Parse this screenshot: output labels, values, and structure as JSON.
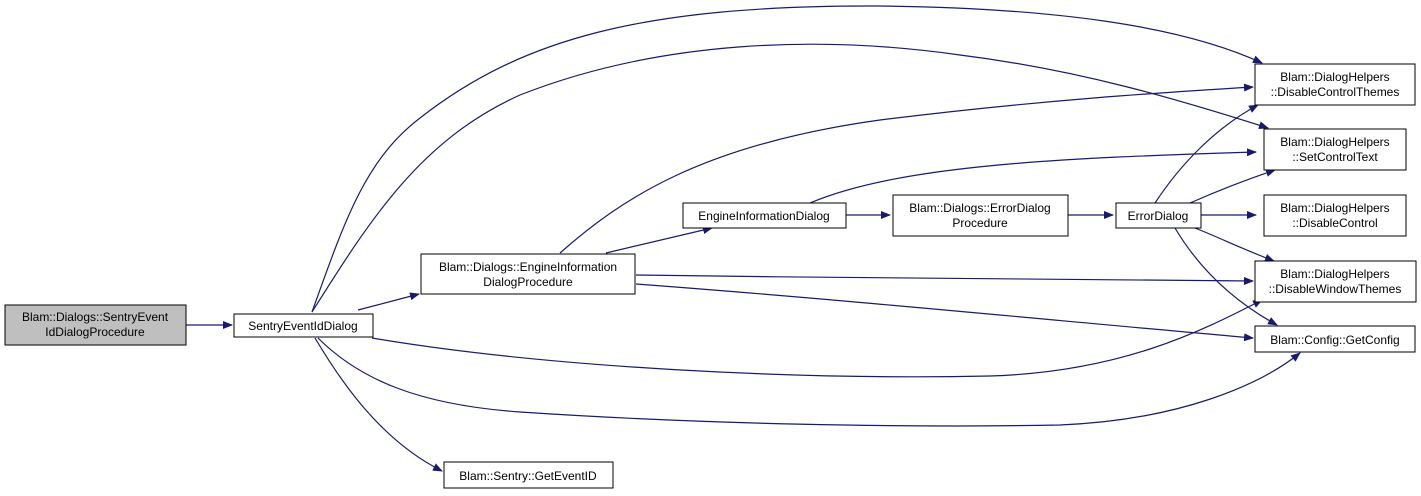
{
  "colors": {
    "edge": "#191970",
    "node_border": "#000000",
    "root_fill": "#bfbfbf",
    "node_fill": "#ffffff"
  },
  "nodes": {
    "sentry_event_proc": {
      "lines": [
        "Blam::Dialogs::SentryEvent",
        "IdDialogProcedure"
      ],
      "is_root": true
    },
    "sentry_event_dialog": {
      "lines": [
        "SentryEventIdDialog"
      ]
    },
    "engine_info_proc": {
      "lines": [
        "Blam::Dialogs::EngineInformation",
        "DialogProcedure"
      ]
    },
    "get_event_id": {
      "lines": [
        "Blam::Sentry::GetEventID"
      ]
    },
    "engine_info_dialog": {
      "lines": [
        "EngineInformationDialog"
      ]
    },
    "error_dialog_proc": {
      "lines": [
        "Blam::Dialogs::ErrorDialog",
        "Procedure"
      ]
    },
    "error_dialog": {
      "lines": [
        "ErrorDialog"
      ]
    },
    "disable_control_themes": {
      "lines": [
        "Blam::DialogHelpers",
        "::DisableControlThemes"
      ]
    },
    "set_control_text": {
      "lines": [
        "Blam::DialogHelpers",
        "::SetControlText"
      ]
    },
    "disable_control": {
      "lines": [
        "Blam::DialogHelpers",
        "::DisableControl"
      ]
    },
    "disable_window_themes": {
      "lines": [
        "Blam::DialogHelpers",
        "::DisableWindowThemes"
      ]
    },
    "get_config": {
      "lines": [
        "Blam::Config::GetConfig"
      ]
    }
  },
  "edges": [
    {
      "from": "sentry_event_proc",
      "to": "sentry_event_dialog"
    },
    {
      "from": "sentry_event_dialog",
      "to": "engine_info_proc"
    },
    {
      "from": "sentry_event_dialog",
      "to": "get_event_id"
    },
    {
      "from": "sentry_event_dialog",
      "to": "disable_control_themes"
    },
    {
      "from": "sentry_event_dialog",
      "to": "set_control_text"
    },
    {
      "from": "sentry_event_dialog",
      "to": "disable_window_themes"
    },
    {
      "from": "sentry_event_dialog",
      "to": "get_config"
    },
    {
      "from": "engine_info_proc",
      "to": "engine_info_dialog"
    },
    {
      "from": "engine_info_proc",
      "to": "disable_control_themes"
    },
    {
      "from": "engine_info_proc",
      "to": "disable_window_themes"
    },
    {
      "from": "engine_info_proc",
      "to": "get_config"
    },
    {
      "from": "engine_info_dialog",
      "to": "error_dialog_proc"
    },
    {
      "from": "engine_info_dialog",
      "to": "set_control_text"
    },
    {
      "from": "error_dialog_proc",
      "to": "error_dialog"
    },
    {
      "from": "error_dialog",
      "to": "disable_control_themes"
    },
    {
      "from": "error_dialog",
      "to": "set_control_text"
    },
    {
      "from": "error_dialog",
      "to": "disable_control"
    },
    {
      "from": "error_dialog",
      "to": "disable_window_themes"
    },
    {
      "from": "error_dialog",
      "to": "get_config"
    }
  ]
}
